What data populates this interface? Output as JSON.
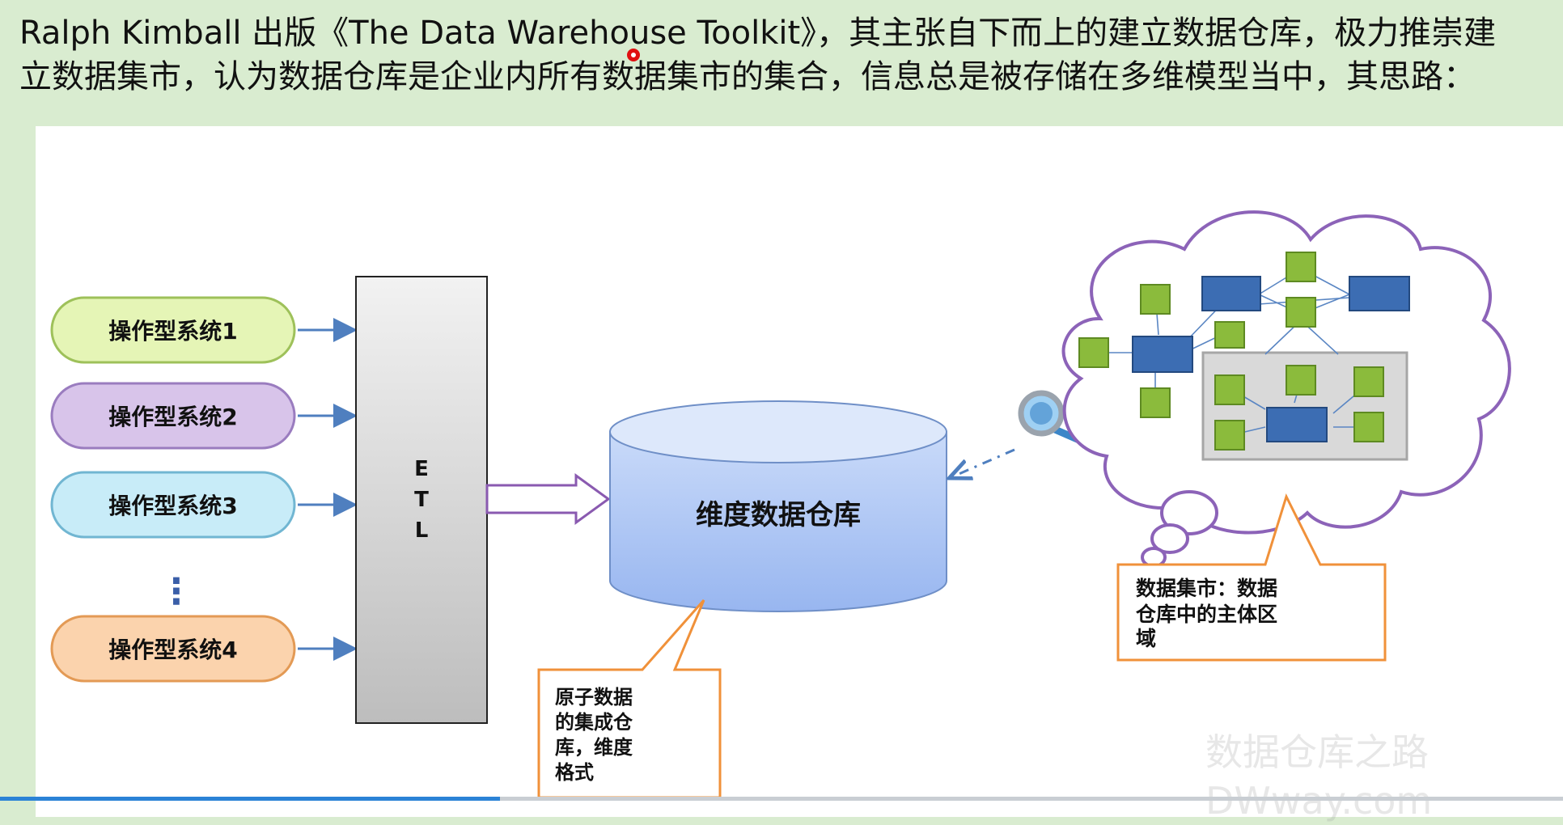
{
  "heading": {
    "line1": "Ralph Kimball 出版《The Data Warehouse Toolkit》，其主张自下而上的建立数据仓库，极力推崇建",
    "line2": "立数据集市，认为数据仓库是企业内所有数据集市的集合，信息总是被存储在多维模型当中，其思路："
  },
  "diagram": {
    "sources": [
      {
        "label": "操作型系统1",
        "fill": "#e5f5b6",
        "stroke": "#9ec15a"
      },
      {
        "label": "操作型系统2",
        "fill": "#d8c4ea",
        "stroke": "#9a7cbf"
      },
      {
        "label": "操作型系统3",
        "fill": "#c8ecf8",
        "stroke": "#71b6d2"
      },
      {
        "label": "操作型系统4",
        "fill": "#fbd3ad",
        "stroke": "#e39a55"
      }
    ],
    "ellipsis": "⋮",
    "etl_letters": [
      "E",
      "T",
      "L"
    ],
    "warehouse_label": "维度数据仓库",
    "callout_atomic": [
      "原子数据",
      "的集成仓",
      "库，维度",
      "格式"
    ],
    "callout_mart": [
      "数据集市：数据",
      "仓库中的主体区",
      "域"
    ],
    "colors": {
      "arrow": "#4f7fbf",
      "etl_fill": "#cfcfcf",
      "cylinder_top": "#dde8fb",
      "cylinder_body": "#a9c3f5",
      "cloud_stroke": "#8c63b8",
      "callout_stroke": "#f0913a",
      "node_green": "#8bbb3c",
      "node_blue": "#3c6db3"
    }
  },
  "watermark": [
    "数据仓库之路",
    "DWway.com"
  ],
  "progress": {
    "fraction": 0.32
  }
}
